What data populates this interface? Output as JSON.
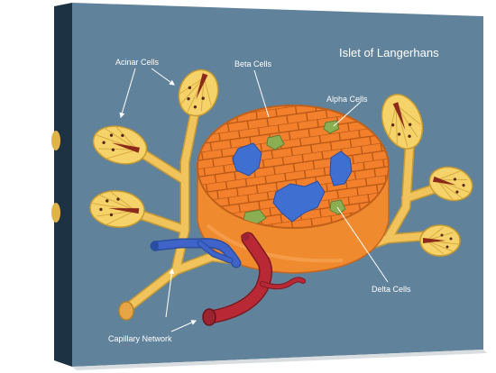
{
  "diagram": {
    "title": "Islet of Langerhans",
    "labels": {
      "acinar": "Acinar Cells",
      "beta": "Beta Cells",
      "alpha": "Alpha Cells",
      "delta": "Delta Cells",
      "capillary": "Capillary Network"
    },
    "colors": {
      "background": "#60829b",
      "canvas_edge": "#1d3344",
      "islet_side": "#ef8a2e",
      "islet_cells": "#f2802c",
      "cell_border": "#b75512",
      "beta_cells": "#3f6fd1",
      "alpha_cells": "#8cae52",
      "delta_cells": "#8cae52",
      "duct": "#f0c35d",
      "acinar_fill": "#f6d36a",
      "vein": "#3f63c8",
      "artery": "#b92935"
    }
  }
}
